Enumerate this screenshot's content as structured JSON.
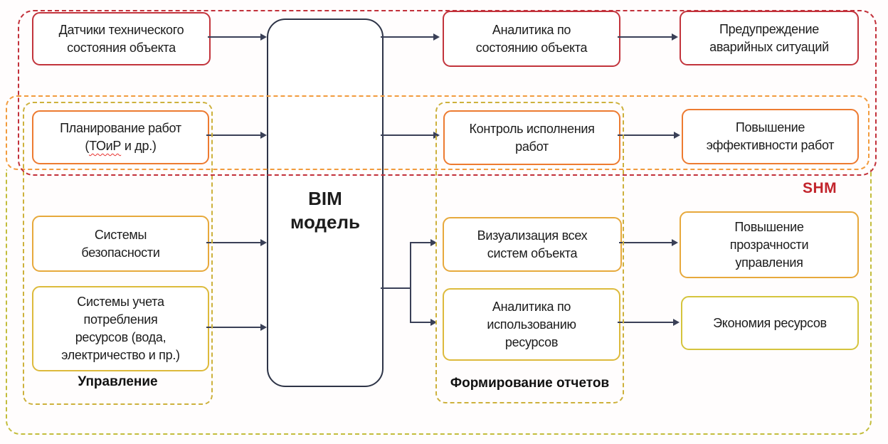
{
  "diagram": {
    "center": {
      "bim_line1": "BIM",
      "bim_line2": "модель"
    },
    "inputs": {
      "sensors": "Датчики технического\nсостояния объекта",
      "planning_line1": "Планирование работ",
      "planning_open": "(",
      "planning_wavy": "ТОиР",
      "planning_rest": " и др.)",
      "security": "Системы\nбезопасности",
      "metering": "Системы учета\nпотребления\nресурсов (вода,\nэлектричество и пр.)"
    },
    "middle": {
      "analytics_state": "Аналитика по\nсостоянию объекта",
      "control": "Контроль исполнения\nработ",
      "visualization": "Визуализация всех\nсистем объекта",
      "resource_analytics": "Аналитика по\nиспользованию\nресурсов"
    },
    "outcomes": {
      "prevention": "Предупреждение\nаварийных ситуаций",
      "efficiency": "Повышение\nэффективности работ",
      "transparency": "Повышение\nпрозрачности\nуправления",
      "savings": "Экономия ресурсов"
    },
    "labels": {
      "shm": "SHM",
      "management": "Управление",
      "reports": "Формирование отчетов"
    },
    "colors": {
      "red_box": "#C2343C",
      "red_dash": "#C2303A",
      "shm_text": "#C2242C",
      "orange_box": "#ED7B31",
      "orange_dash": "#F29B3D",
      "yellow_box_top": "#E7A93C",
      "yellow_box_bottom": "#D5C43D",
      "group_dash": "#CDB13C",
      "outer_dash": "#C3BD3C",
      "dark_line": "#3A4057"
    }
  }
}
